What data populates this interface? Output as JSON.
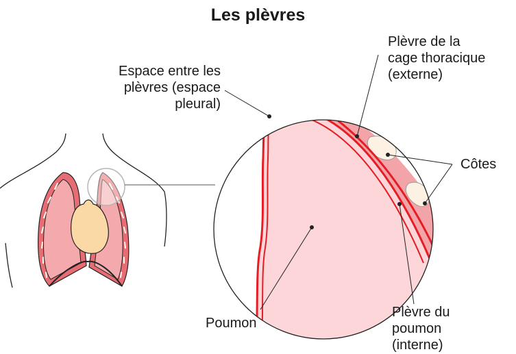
{
  "title": "Les plèvres",
  "labels": {
    "espace_pleural": "Espace entre les\nplèvres (espace\npleural)",
    "plevre_externe": "Plèvre de la\ncage thoracique\n(externe)",
    "cotes": "Côtes",
    "poumon": "Poumon",
    "plevre_interne": "Plèvre du\npoumon\n(interne)"
  },
  "colors": {
    "pleura": "#e31e24",
    "lung_fill": "#f8c9cb",
    "lung_fill_light": "#fcdcdd",
    "rib_band": "#f2a4a8",
    "rib_bone": "#fdf1e3",
    "heart": "#fbd9a6",
    "outline": "#222222"
  }
}
